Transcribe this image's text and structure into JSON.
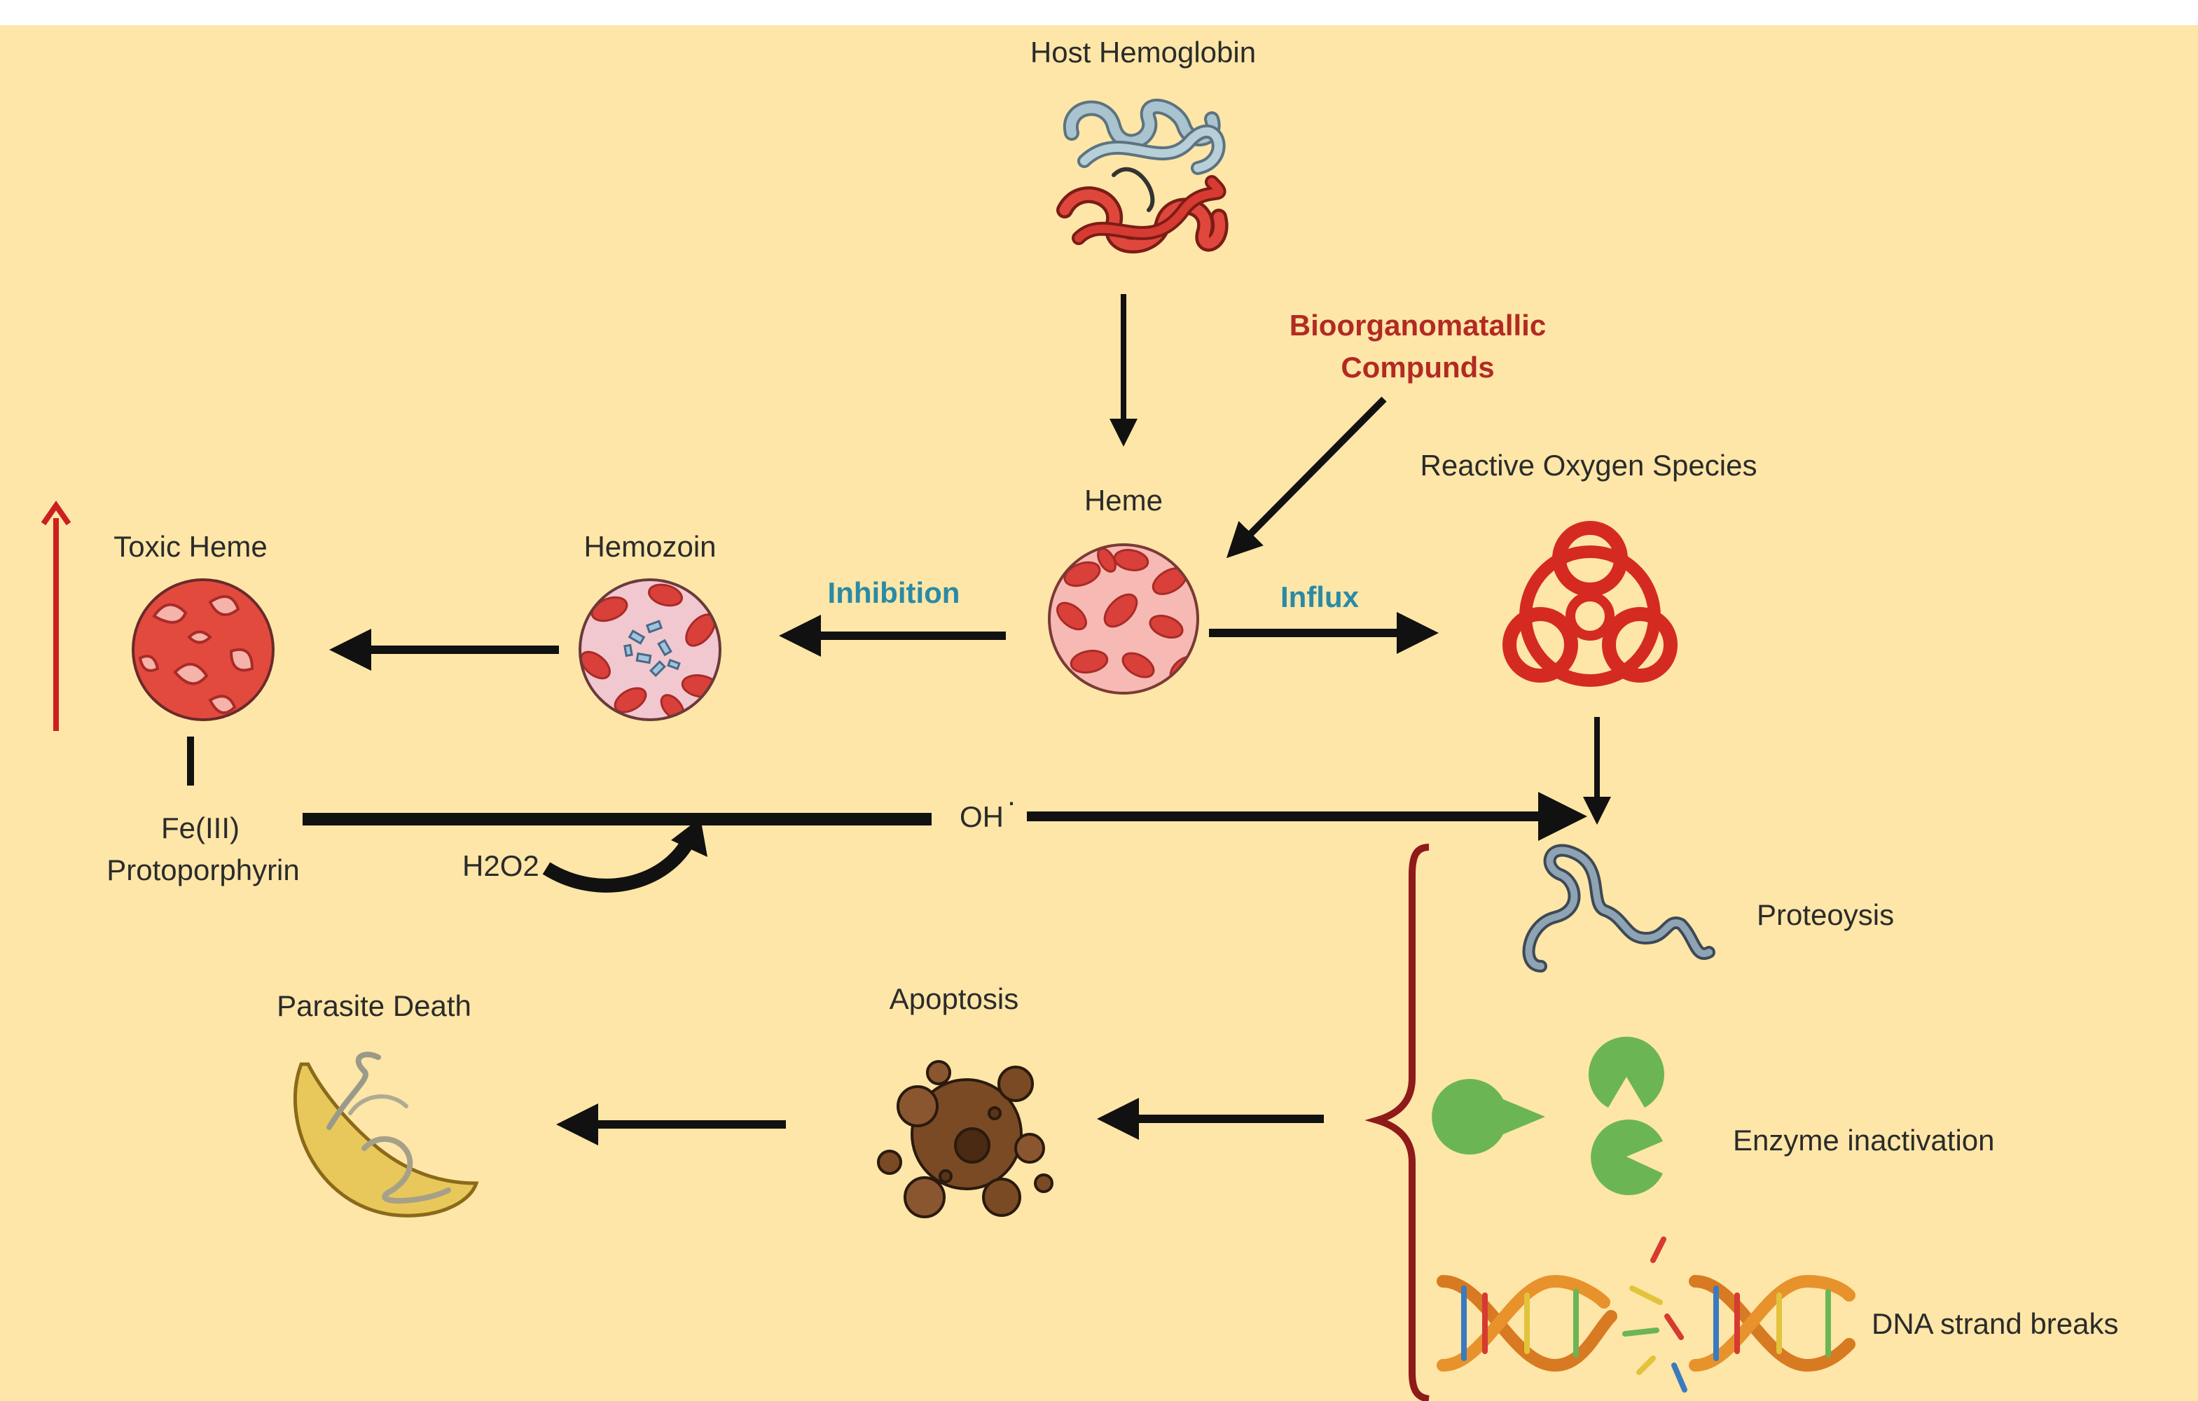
{
  "labels": {
    "host_hemoglobin": "Host Hemoglobin",
    "bioorganometallic_line1": "Bioorganomatallic",
    "bioorganometallic_line2": "Compunds",
    "heme": "Heme",
    "reactive_oxygen_species": "Reactive Oxygen Species",
    "hemozoin": "Hemozoin",
    "toxic_heme": "Toxic Heme",
    "inhibition": "Inhibition",
    "influx": "Influx",
    "fe_iii_line1": "Fe(III)",
    "fe_iii_line2": "Protoporphyrin",
    "oh_radical": "OH",
    "oh_dot": "·",
    "h2o2": "H2O2",
    "proteolysis": "Proteoysis",
    "enzyme_inactivation": "Enzyme inactivation",
    "dna_strand_breaks": "DNA strand breaks",
    "apoptosis": "Apoptosis",
    "parasite_death": "Parasite Death"
  },
  "colors": {
    "background": "#fde6a7",
    "arrow": "#111111",
    "highlight_red": "#b22a24",
    "highlight_blue": "#2a8aa6",
    "blood_cell_red": "#d9403a",
    "biohazard_red": "#d42a22",
    "apoptosis_brown": "#6e4422",
    "enzyme_green": "#6cb554",
    "parasite_yellow": "#e8c85a"
  },
  "icons": [
    "hemoglobin-protein-icon",
    "heme-blood-cells-icon",
    "hemozoin-crystals-icon",
    "toxic-heme-icon",
    "biohazard-icon",
    "protein-strand-icon",
    "enzyme-pacman-icon",
    "dna-helix-icon",
    "apoptotic-cell-icon",
    "parasite-icon"
  ]
}
